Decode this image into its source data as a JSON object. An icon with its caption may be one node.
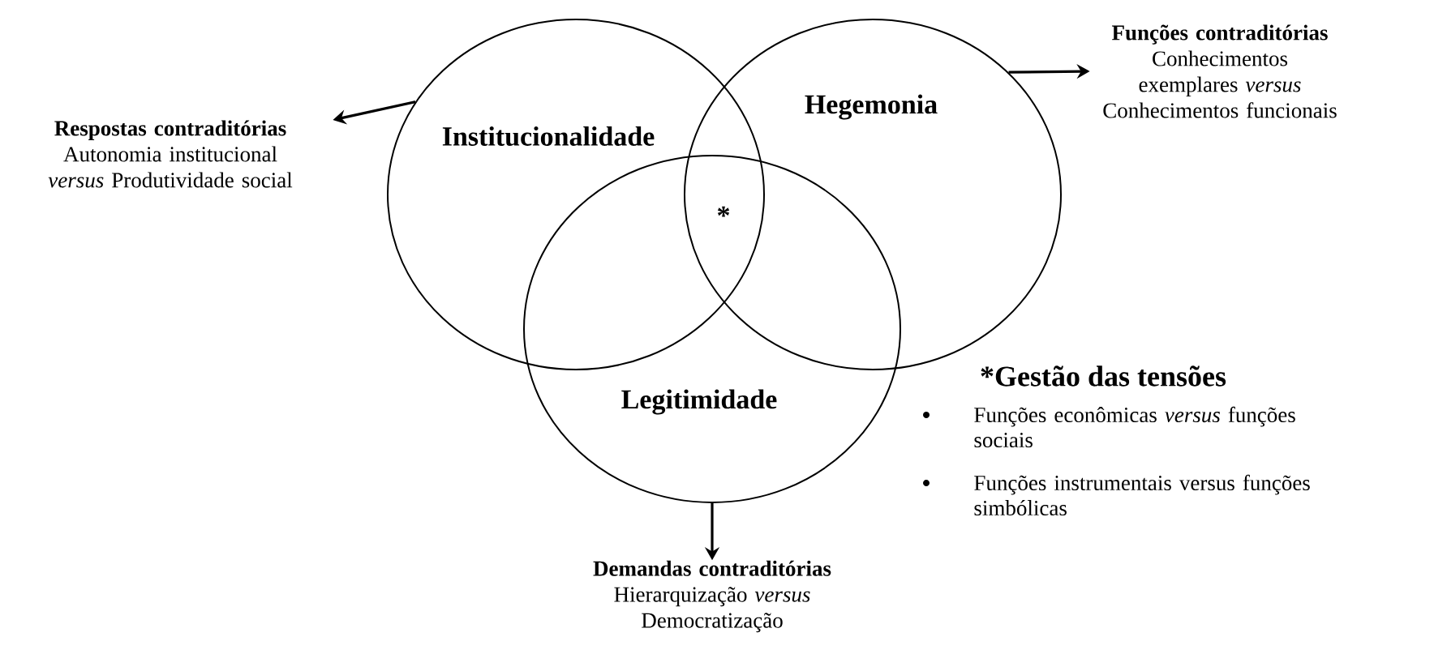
{
  "diagram": {
    "nodes": [
      {
        "text": [
          "Institucionalidade"
        ]
      },
      {
        "text": [
          "Hegemonia"
        ]
      },
      {
        "text": [
          "Legitimidade"
        ]
      },
      {
        "text": [
          "Respostas contraditórias",
          "Autonomia institucional *versus* Produtividade social"
        ]
      },
      {
        "text": [
          "Funções contraditórias",
          "Conhecimentos exemplares *versus* Conhecimentos funcionais"
        ]
      },
      {
        "text": [
          "Demandas contraditórias",
          "Hierarquização *versus* Democratização"
        ]
      }
    ],
    "edges": [
      {
        "from": 0,
        "to": 3,
        "arrow": "to"
      },
      {
        "from": 1,
        "to": 4,
        "arrow": "to"
      },
      {
        "from": 2,
        "to": 5,
        "arrow": "to"
      }
    ],
    "labels": [
      "*",
      "*Gestão das tensões",
      "Funções econômicas *versus* funções sociais",
      "Funções instrumentais versus funções simbólicas"
    ]
  }
}
